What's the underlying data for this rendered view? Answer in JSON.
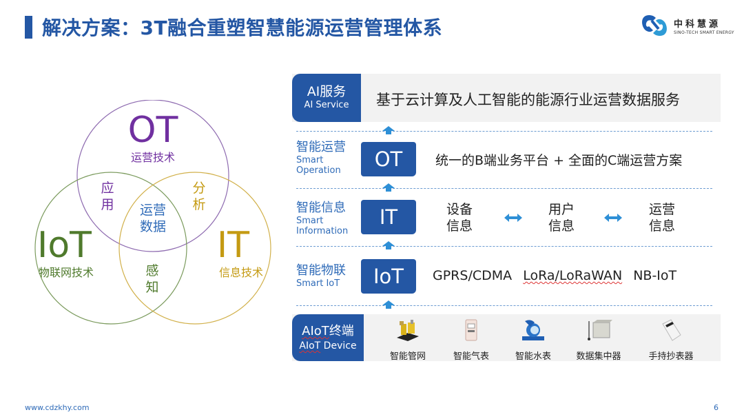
{
  "header": {
    "title": "解决方案：3T融合重塑智慧能源运营管理体系",
    "accent_color": "#2457a4"
  },
  "logo": {
    "cn": "中科慧源",
    "en": "SINO-TECH SMART ENERGY"
  },
  "venn": {
    "ot": {
      "title": "OT",
      "subtitle": "运营技术",
      "color": "#7030a0"
    },
    "iot": {
      "title": "IoT",
      "subtitle": "物联网技术",
      "color": "#4f7a2c"
    },
    "it": {
      "title": "IT",
      "subtitle": "信息技术",
      "color": "#c49a12"
    },
    "overlaps": {
      "ot_iot": [
        "应",
        "用"
      ],
      "ot_it": [
        "分",
        "析"
      ],
      "iot_it": [
        "感",
        "知"
      ],
      "center": [
        "运营",
        "数据"
      ]
    },
    "center_color": "#2f6bb8"
  },
  "architecture": {
    "ai_service": {
      "label_cn": "AI服务",
      "label_en": "AI Service",
      "description": "基于云计算及人工智能的能源行业运营数据服务"
    },
    "layers": [
      {
        "label_cn": "智能运营",
        "label_en_1": "Smart",
        "label_en_2": "Operation",
        "badge": "OT",
        "description": "统一的B端业务平台 + 全面的C端运营方案"
      },
      {
        "label_cn": "智能信息",
        "label_en_1": "Smart",
        "label_en_2": "Information",
        "badge": "IT",
        "info_items": [
          [
            "设备",
            "信息"
          ],
          [
            "用户",
            "信息"
          ],
          [
            "运营",
            "信息"
          ]
        ]
      },
      {
        "label_cn": "智能物联",
        "label_en_1": "Smart IoT",
        "badge": "IoT",
        "protocols": [
          "GPRS/CDMA",
          "LoRa/LoRaWAN",
          "NB-IoT"
        ]
      }
    ],
    "aiot_device": {
      "label_cn_prefix": "AIoT",
      "label_cn_suffix": "终端",
      "label_en_prefix": "AIoT",
      "label_en_suffix": " Device",
      "devices": [
        {
          "label": "智能管网",
          "icon": "pipe-network-icon"
        },
        {
          "label": "智能气表",
          "icon": "gas-meter-icon"
        },
        {
          "label": "智能水表",
          "icon": "water-meter-icon"
        },
        {
          "label": "数据集中器",
          "icon": "data-concentrator-icon"
        },
        {
          "label": "手持抄表器",
          "icon": "handheld-reader-icon"
        }
      ]
    },
    "arrow_color": "#2e8fd6",
    "dash_color": "#6b9bd1"
  },
  "footer": {
    "url": "www.cdzkhy.com",
    "page": "6"
  }
}
